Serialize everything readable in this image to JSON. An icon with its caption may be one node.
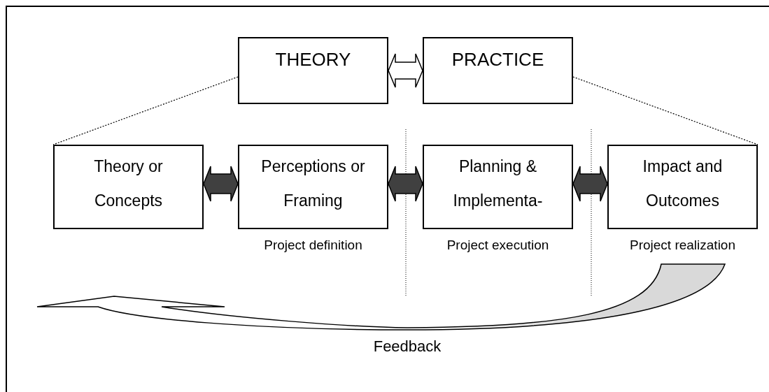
{
  "diagram": {
    "nodes": [
      {
        "text": [
          "THEORY"
        ]
      },
      {
        "text": [
          "PRACTICE"
        ]
      },
      {
        "text": [
          "Theory or Concepts"
        ]
      },
      {
        "text": [
          "Perceptions or Framing"
        ],
        "beside": [
          "Project definition"
        ]
      },
      {
        "text": [
          "Planning & Implementa-"
        ],
        "beside": [
          "Project execution"
        ]
      },
      {
        "text": [
          "Impact and Outcomes"
        ],
        "beside": [
          "Project realization"
        ]
      }
    ],
    "edges": [
      {
        "from": 0,
        "to": 1,
        "arrow": "both",
        "color": "#ffffff"
      },
      {
        "from": 2,
        "to": 3,
        "arrow": "both"
      },
      {
        "from": 3,
        "to": 4,
        "arrow": "both"
      },
      {
        "from": 4,
        "to": 5,
        "arrow": "both"
      },
      {
        "from": 0,
        "to": 2,
        "arrow": "none",
        "style": "dashed"
      },
      {
        "from": 1,
        "to": 5,
        "arrow": "none",
        "style": "dashed"
      },
      {
        "from": 5,
        "to": null,
        "arrow": "to",
        "label": "Feedback"
      }
    ]
  }
}
